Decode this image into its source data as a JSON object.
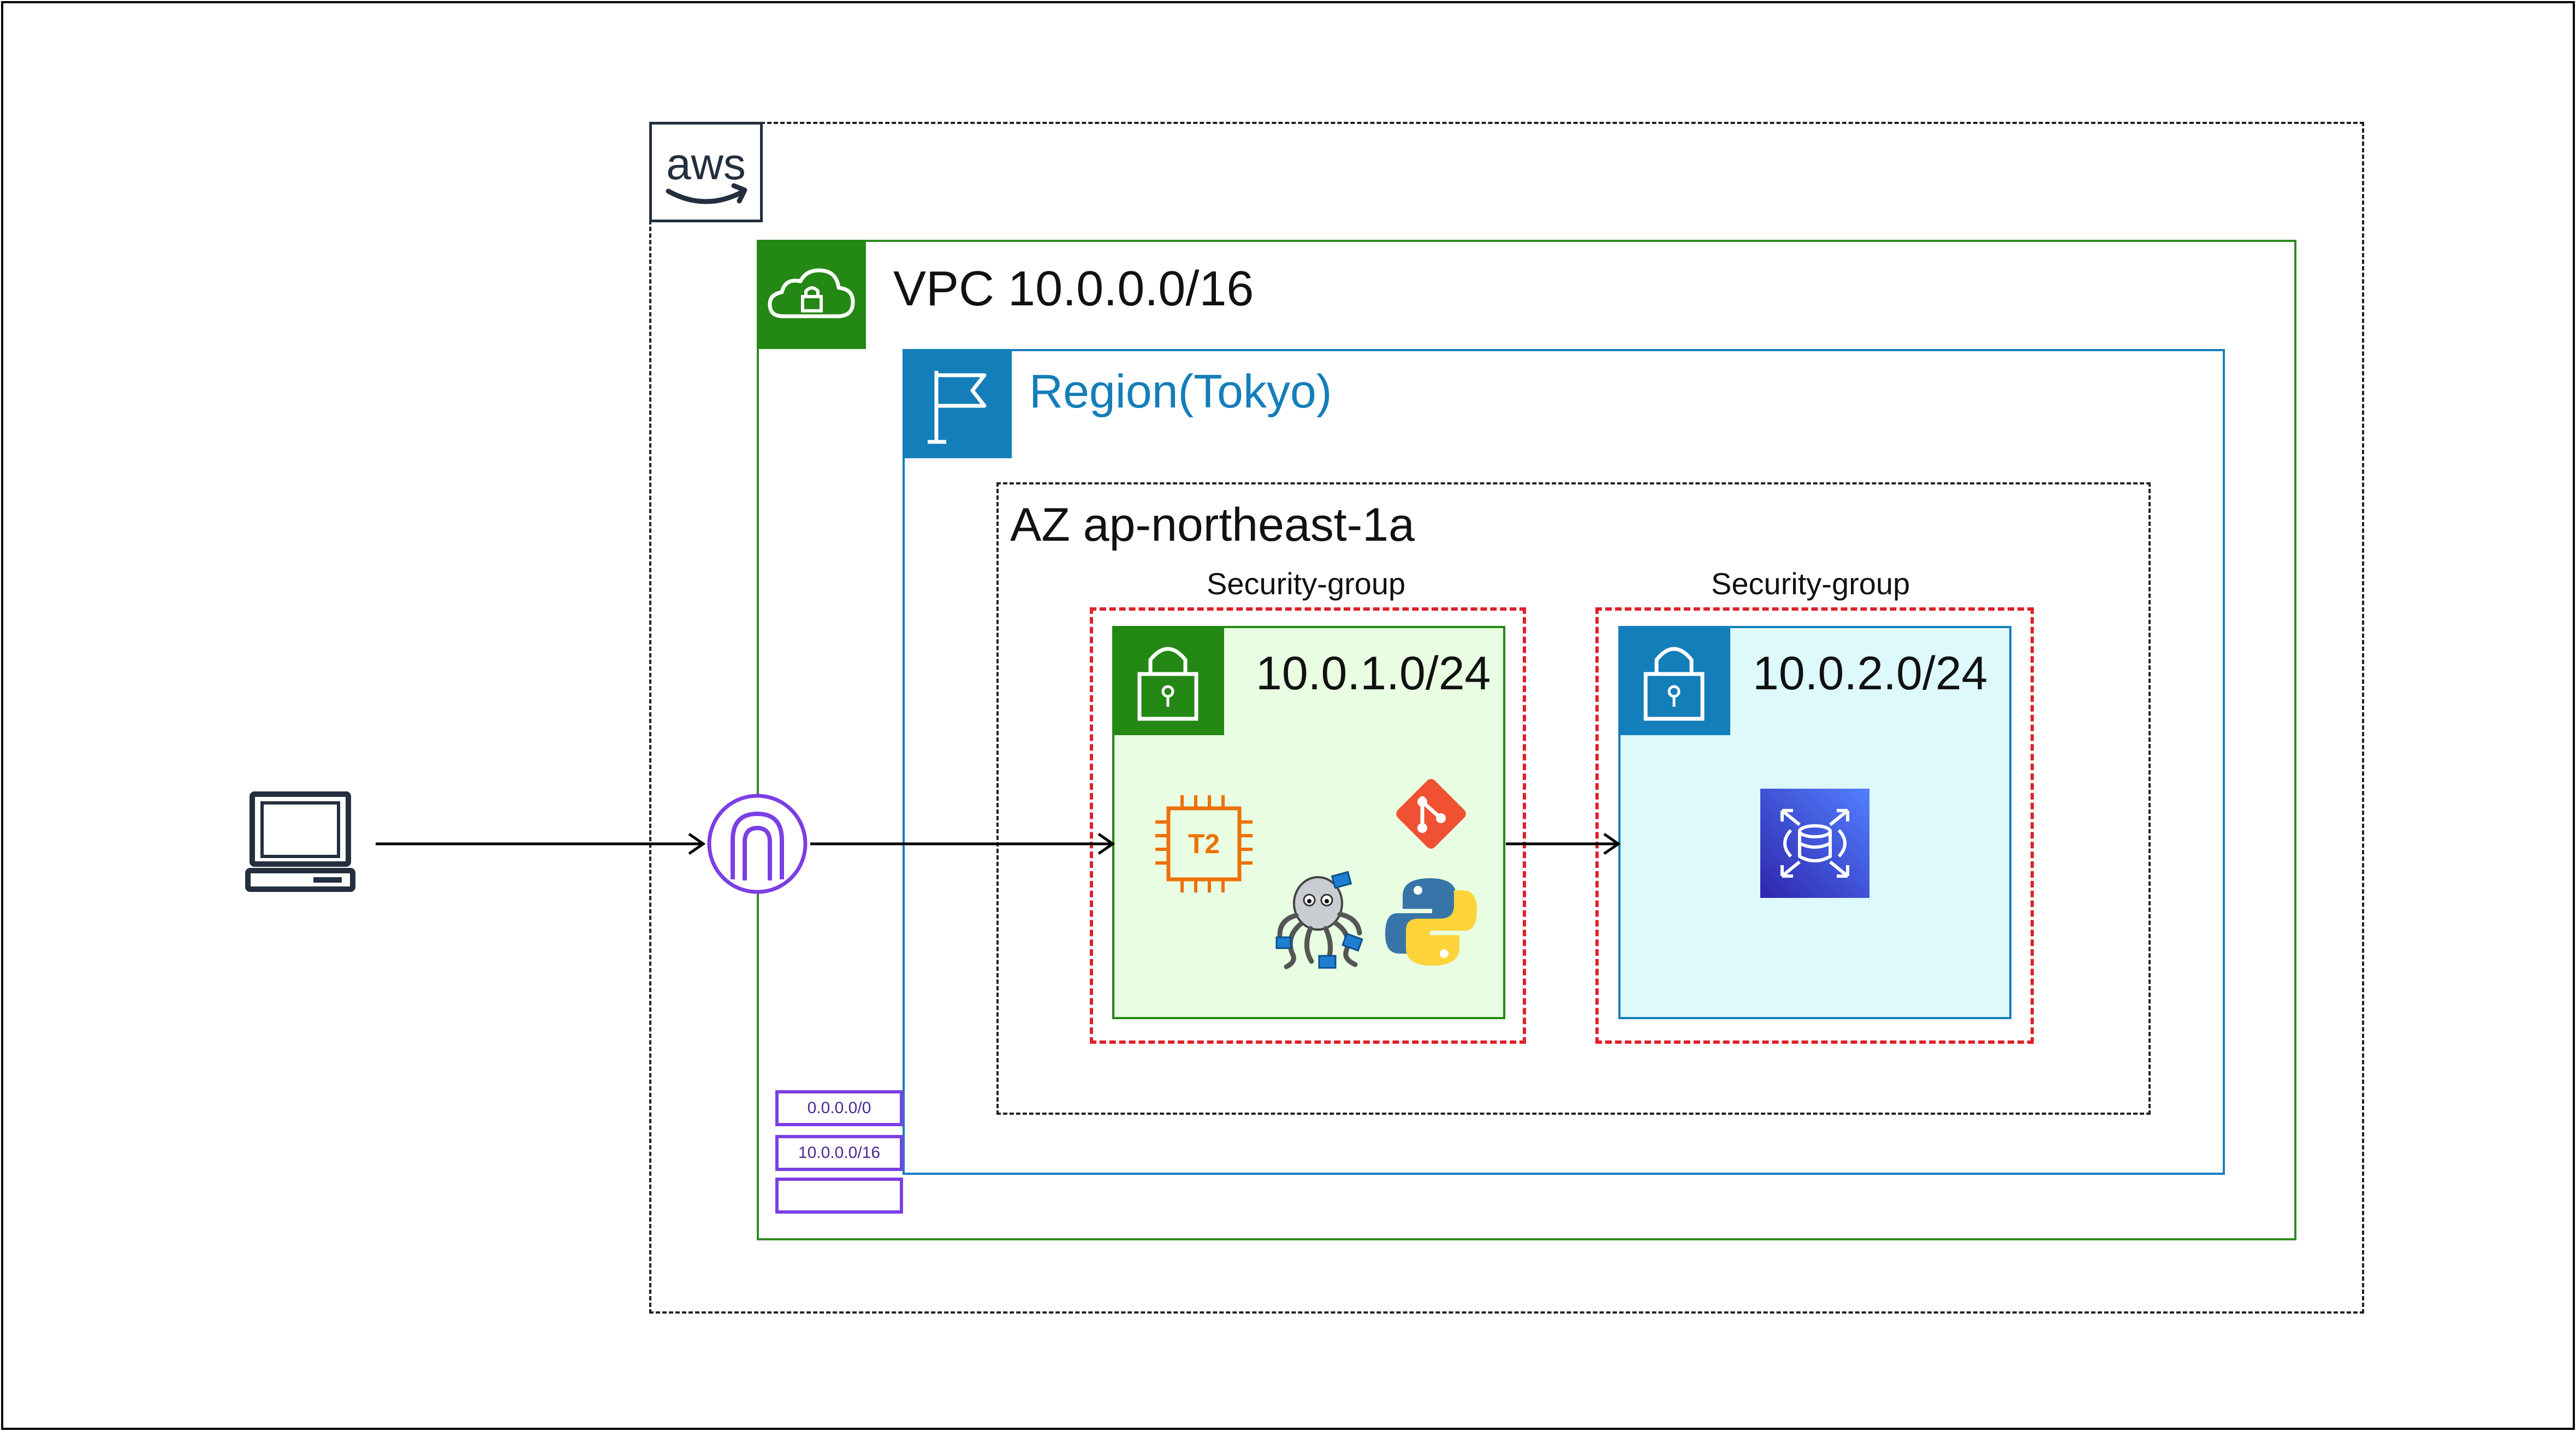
{
  "aws": {
    "logo_text": "aws"
  },
  "vpc": {
    "label": "VPC 10.0.0.0/16",
    "icon": "vpc-cloud-lock-icon",
    "color": "#248814"
  },
  "region": {
    "label": "Region(Tokyo)",
    "icon": "region-flag-icon",
    "color": "#147eba"
  },
  "az": {
    "label": "AZ ap-northeast-1a"
  },
  "security_groups": [
    {
      "label": "Security-group",
      "color": "#e0202a"
    },
    {
      "label": "Security-group",
      "color": "#e0202a"
    }
  ],
  "subnets": [
    {
      "label": "10.0.1.0/24",
      "icon": "lock-icon",
      "color": "#248814"
    },
    {
      "label": "10.0.2.0/24",
      "icon": "lock-icon",
      "color": "#147eba"
    }
  ],
  "ec2": {
    "chip_text": "T2",
    "icon": "ec2-t2-instance-icon",
    "color": "#ed7100"
  },
  "software_icons": [
    "git-icon",
    "python-icon",
    "ansible-octopus-icon"
  ],
  "rds": {
    "icon": "rds-database-icon",
    "color": "#3b48cc"
  },
  "internet_gateway": {
    "icon": "internet-gateway-icon",
    "color": "#7b3fe4"
  },
  "client": {
    "icon": "laptop-client-icon"
  },
  "route_table": {
    "entries": [
      "0.0.0.0/0",
      "10.0.0.0/16",
      ""
    ],
    "color": "#7b3fe4"
  }
}
